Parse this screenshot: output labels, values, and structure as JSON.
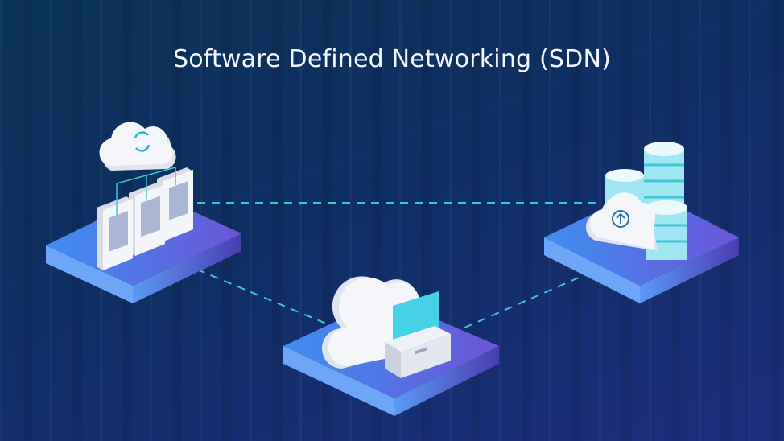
{
  "title": "Software Defined Networking (SDN)",
  "colors": {
    "background": "#0e2f63",
    "platform_top_start": "#3f8ff0",
    "platform_top_end": "#6a55d8",
    "connector": "#3ec6d8",
    "cloud": "#eef1f7"
  },
  "nodes": [
    {
      "name": "cloud-servers",
      "icon": "cloud-sync-icon"
    },
    {
      "name": "cloud-computer",
      "icon": "cloud-monitor-icon"
    },
    {
      "name": "cloud-storage",
      "icon": "cloud-upload-database-icon"
    }
  ]
}
